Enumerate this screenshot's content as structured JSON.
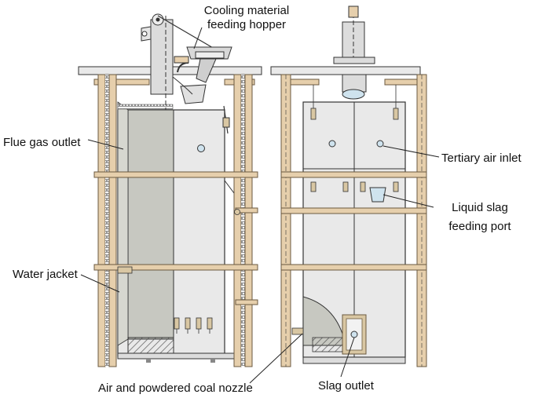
{
  "labels": {
    "cooling_hopper_line1": "Cooling material",
    "cooling_hopper_line2": "feeding hopper",
    "flue_gas_outlet": "Flue gas outlet",
    "water_jacket": "Water jacket",
    "air_coal_nozzle": "Air and powdered coal nozzle",
    "tertiary_air_inlet": "Tertiary air inlet",
    "liquid_slag_line1": "Liquid slag",
    "liquid_slag_line2": "feeding port",
    "slag_outlet": "Slag outlet"
  },
  "colors": {
    "steel_frame": "#e6cfac",
    "steel_outline": "#6b5a40",
    "furnace_panel": "#e9e9e9",
    "flue_duct": "#c7c8c1",
    "hatch": "#555555",
    "outline": "#333333",
    "nozzle": "#d9c7a3",
    "water_window": "#cfe3ee"
  }
}
